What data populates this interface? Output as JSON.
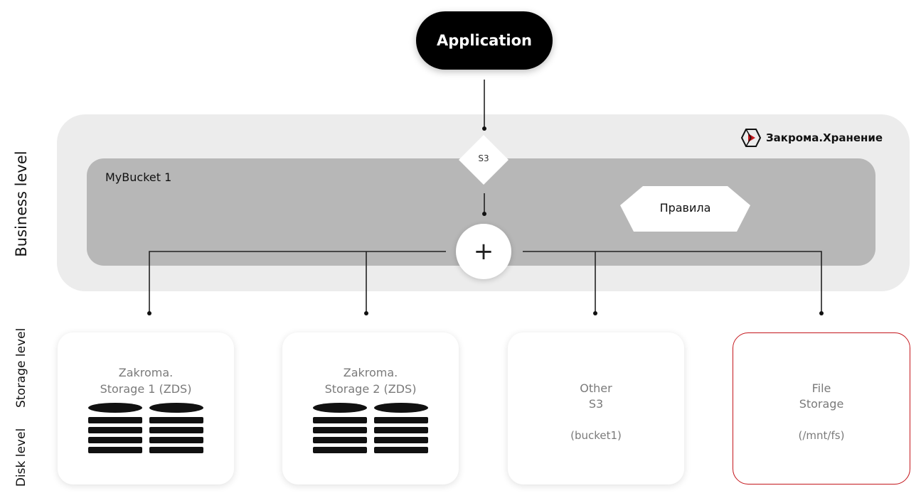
{
  "application": {
    "label": "Application"
  },
  "brand": {
    "name": "Закрома.Хранение",
    "accent": "#c4161c"
  },
  "bucket": {
    "label": "MyBucket 1"
  },
  "s3_gateway": {
    "label": "S3"
  },
  "rules": {
    "label": "Правила"
  },
  "merge": {
    "symbol": "+"
  },
  "levels": {
    "business": "Business level",
    "storage": "Storage level",
    "disk": "Disk level"
  },
  "storages": [
    {
      "title_line1": "Zakroma.",
      "title_line2": "Storage 1 (ZDS)"
    },
    {
      "title_line1": "Zakroma.",
      "title_line2": "Storage 2 (ZDS)"
    },
    {
      "title_line1": "Other",
      "title_line2": "S3",
      "detail": "(bucket1)"
    },
    {
      "title_line1": "File",
      "title_line2": "Storage",
      "detail": "(/mnt/fs)"
    }
  ]
}
